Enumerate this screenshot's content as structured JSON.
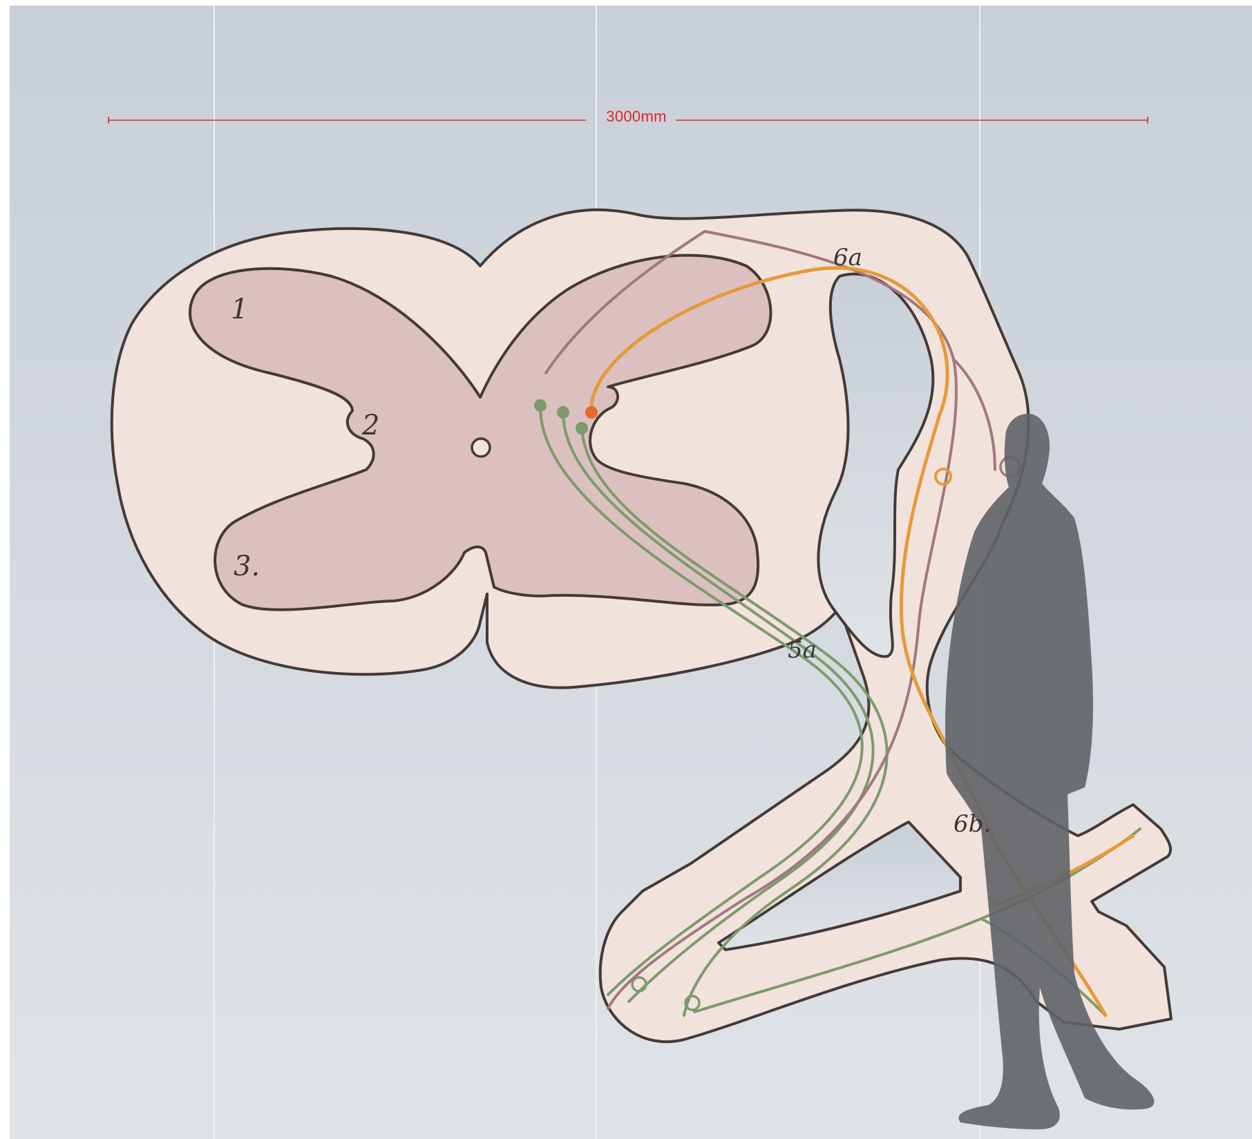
{
  "dimension": {
    "label": "3000mm"
  },
  "labels": {
    "l1": "1",
    "l2": "2",
    "l3": "3.",
    "l5a": "5a",
    "l6a": "6a",
    "l6b": "6b."
  },
  "colors": {
    "background_top": "#c8cfd7",
    "background_bottom": "#dfe3e7",
    "white_matter": "#f2e2dc",
    "grey_matter": "#dcc0bf",
    "outline": "#433a38",
    "green_fiber": "#7d9a6c",
    "orange_fiber": "#e59a3a",
    "mauve_fiber": "#a0787e",
    "dimension_line": "#e0252f",
    "silhouette": "#5f6367"
  },
  "icons": {
    "figure": "standing-person-silhouette"
  }
}
